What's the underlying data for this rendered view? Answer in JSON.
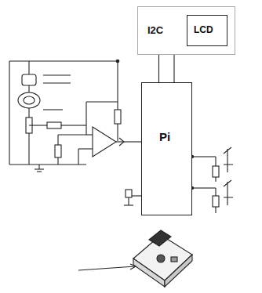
{
  "diagram": {
    "nodes": [
      {
        "text": [
          "I2C"
        ]
      },
      {
        "text": [
          "LCD"
        ],
        "in": 0
      },
      {
        "text": [
          "Pi"
        ]
      }
    ],
    "edges": [
      {
        "from": 0,
        "to": 2,
        "arrow": "none"
      }
    ]
  }
}
